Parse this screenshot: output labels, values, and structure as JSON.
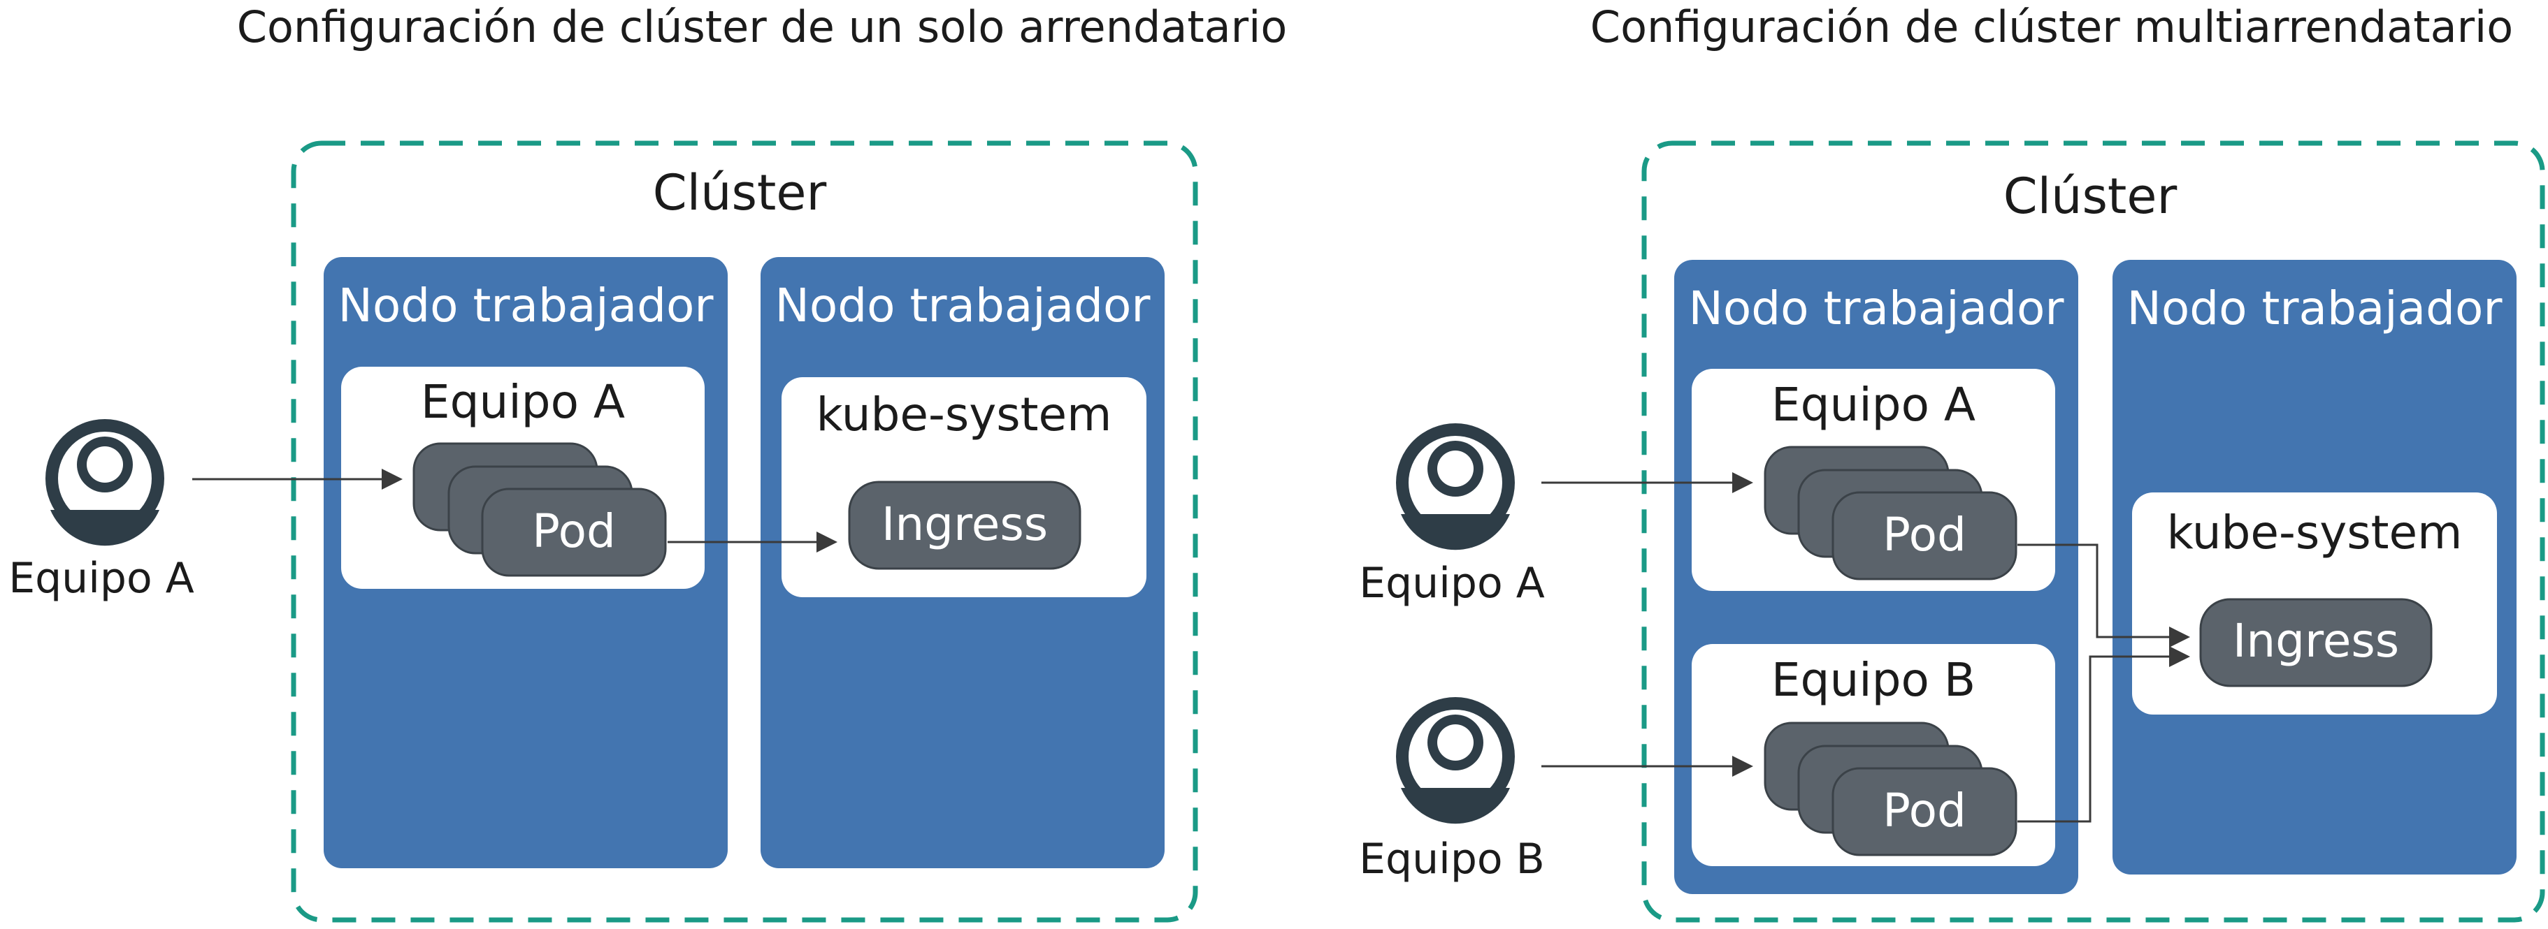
{
  "colors": {
    "cluster_border": "#1a9a86",
    "node_fill": "#4375b0",
    "pod_fill": "#5b636b",
    "pod_stroke": "#3b4248",
    "user_icon": "#2e3d47",
    "arrow": "#3a3a3a"
  },
  "single_tenant": {
    "title": "Configuración de clúster de un solo arrendatario",
    "cluster_label": "Clúster",
    "worker_node_1": "Nodo trabajador",
    "worker_node_2": "Nodo trabajador",
    "team_box_label": "Equipo A",
    "pod_label": "Pod",
    "system_box_label": "kube-system",
    "ingress_label": "Ingress",
    "user_label": "Equipo A"
  },
  "multi_tenant": {
    "title": "Configuración de clúster multiarrendatario",
    "cluster_label": "Clúster",
    "worker_node_1": "Nodo trabajador",
    "worker_node_2": "Nodo trabajador",
    "team_a_box_label": "Equipo A",
    "team_b_box_label": "Equipo B",
    "pod_a_label": "Pod",
    "pod_b_label": "Pod",
    "system_box_label": "kube-system",
    "ingress_label": "Ingress",
    "user_a_label": "Equipo A",
    "user_b_label": "Equipo B"
  }
}
